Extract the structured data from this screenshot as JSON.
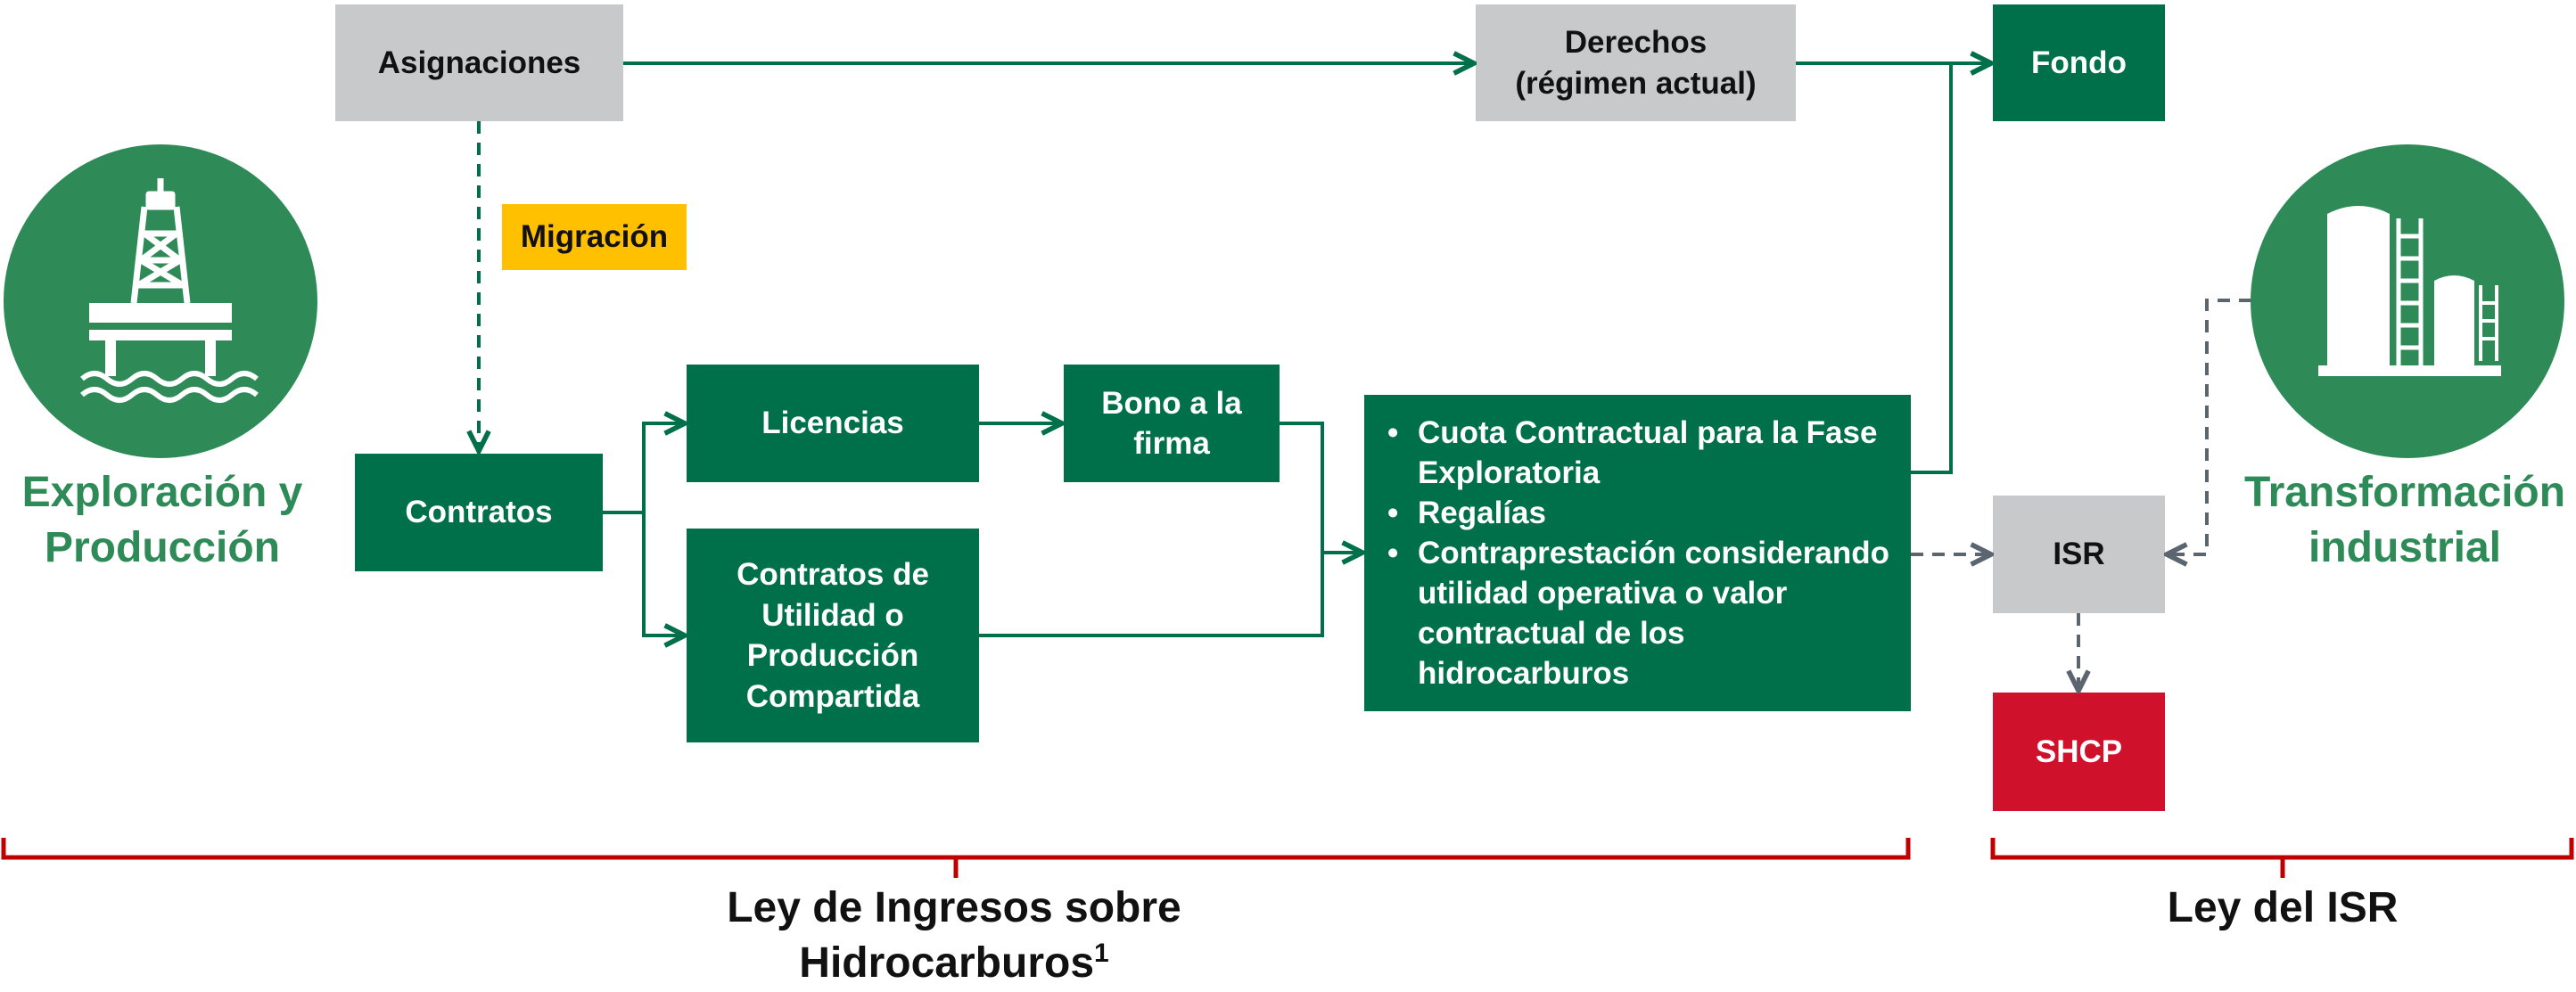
{
  "colors": {
    "dark_green": "#00704A",
    "circle_green": "#2E8B57",
    "gray": "#C8C9CB",
    "red": "#D0112B",
    "yellow": "#FFC000",
    "bracket_red": "#C00000",
    "dashed_gray": "#5A6570"
  },
  "nodes": {
    "asignaciones": "Asignaciones",
    "derechos": "Derechos\n(régimen actual)",
    "fondo": "Fondo",
    "migracion": "Migración",
    "contratos": "Contratos",
    "licencias": "Licencias",
    "bono": "Bono a la\nfirma",
    "utilidad": "Contratos de\nUtilidad o\nProducción\nCompartida",
    "isr": "ISR",
    "shcp": "SHCP"
  },
  "payments": [
    "Cuota Contractual para la Fase Exploratoria",
    "Regalías",
    "Contraprestación considerando utilidad operativa o valor contractual de los hidrocarburos"
  ],
  "sectors": {
    "exploracion": {
      "label": "Exploración y\nProducción",
      "icon": "oil-platform-icon"
    },
    "transformacion": {
      "label": "Transformación\nindustrial",
      "icon": "refinery-tanks-icon"
    }
  },
  "laws": {
    "lih": {
      "text": "Ley de Ingresos sobre",
      "text2": "Hidrocarburos",
      "footnote": "1"
    },
    "isr": {
      "text": "Ley del ISR"
    }
  }
}
